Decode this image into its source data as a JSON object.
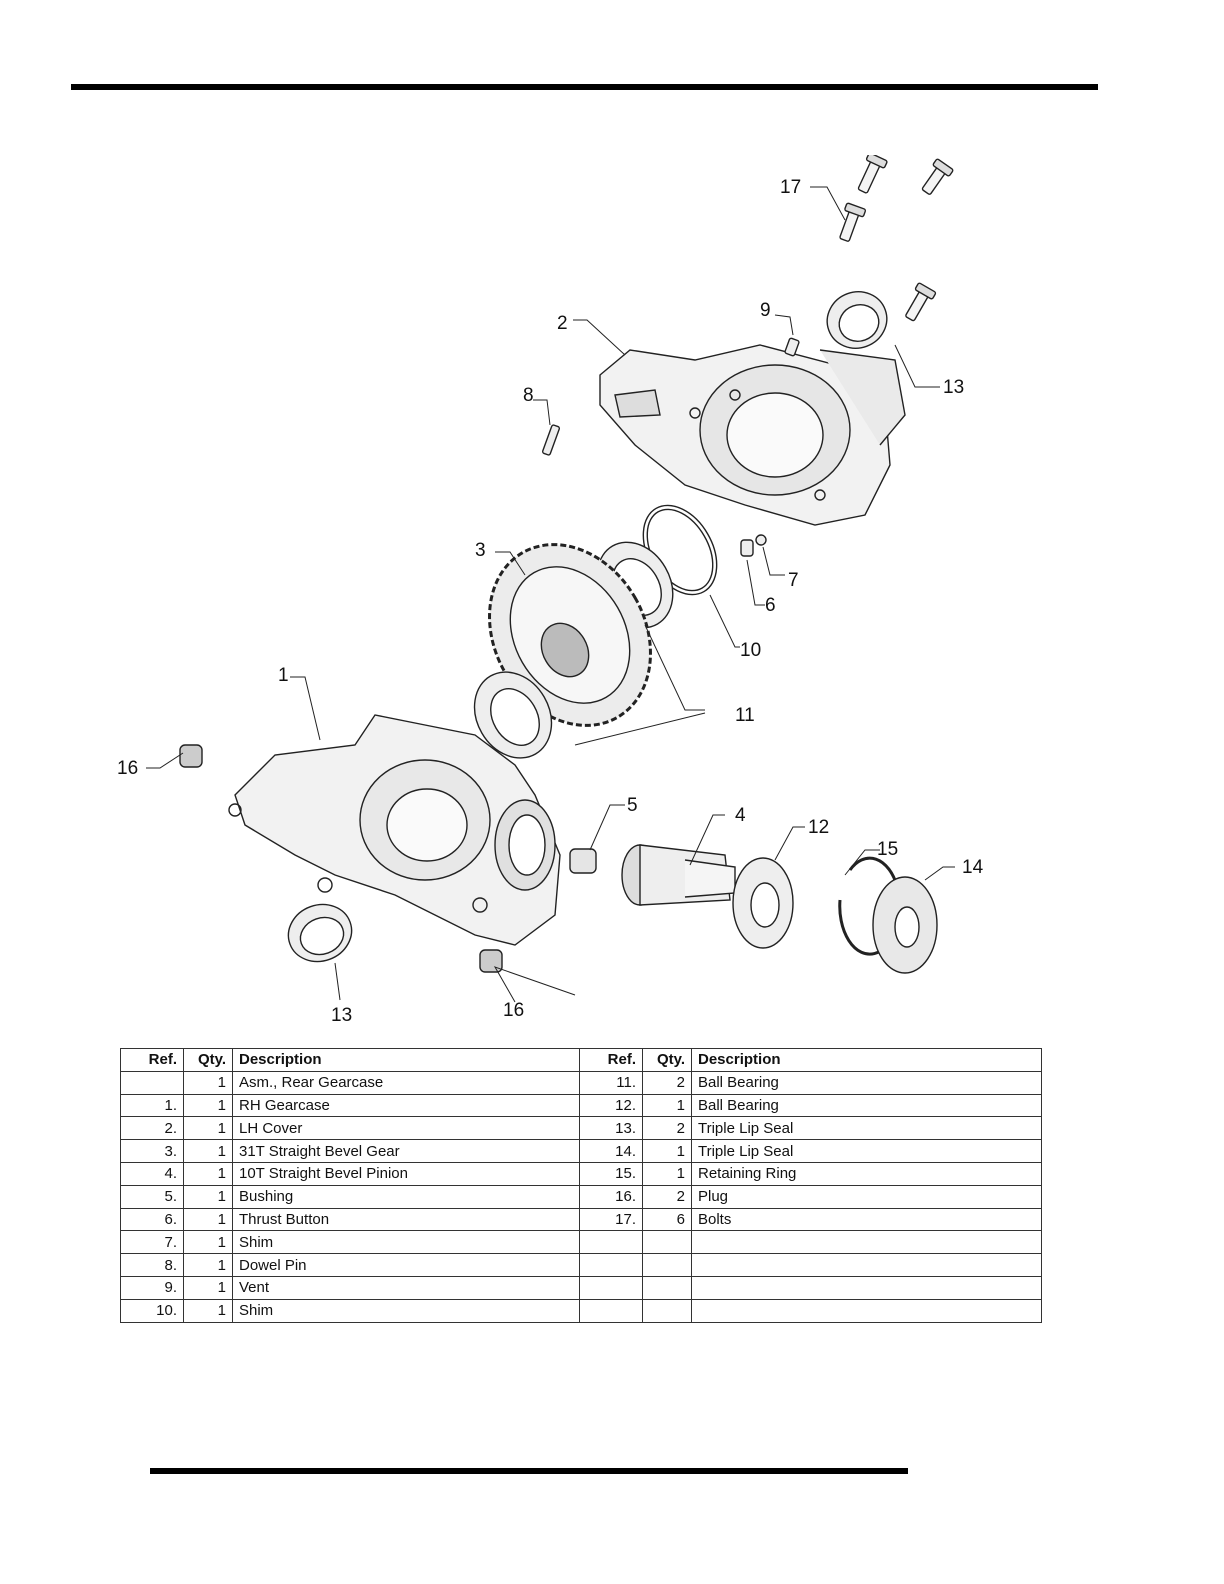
{
  "figure": {
    "callouts": [
      "17",
      "9",
      "2",
      "13",
      "8",
      "7",
      "6",
      "3",
      "10",
      "11",
      "1",
      "16",
      "5",
      "4",
      "12",
      "15",
      "14",
      "13",
      "16"
    ]
  },
  "table": {
    "headers": {
      "left": {
        "ref": "Ref.",
        "qty": "Qty.",
        "description": "Description"
      },
      "right": {
        "ref": "Ref.",
        "qty": "Qty.",
        "description": "Description"
      }
    },
    "rows": [
      {
        "left": {
          "ref": "",
          "qty": "1",
          "description": "Asm., Rear Gearcase"
        },
        "right": {
          "ref": "11.",
          "qty": "2",
          "description": "Ball Bearing"
        }
      },
      {
        "left": {
          "ref": "1.",
          "qty": "1",
          "description": "RH Gearcase"
        },
        "right": {
          "ref": "12.",
          "qty": "1",
          "description": "Ball Bearing"
        }
      },
      {
        "left": {
          "ref": "2.",
          "qty": "1",
          "description": "LH Cover"
        },
        "right": {
          "ref": "13.",
          "qty": "2",
          "description": "Triple Lip Seal"
        }
      },
      {
        "left": {
          "ref": "3.",
          "qty": "1",
          "description": "31T Straight Bevel Gear"
        },
        "right": {
          "ref": "14.",
          "qty": "1",
          "description": "Triple Lip Seal"
        }
      },
      {
        "left": {
          "ref": "4.",
          "qty": "1",
          "description": "10T Straight Bevel Pinion"
        },
        "right": {
          "ref": "15.",
          "qty": "1",
          "description": "Retaining Ring"
        }
      },
      {
        "left": {
          "ref": "5.",
          "qty": "1",
          "description": "Bushing"
        },
        "right": {
          "ref": "16.",
          "qty": "2",
          "description": "Plug"
        }
      },
      {
        "left": {
          "ref": "6.",
          "qty": "1",
          "description": "Thrust Button"
        },
        "right": {
          "ref": "17.",
          "qty": "6",
          "description": "Bolts"
        }
      },
      {
        "left": {
          "ref": "7.",
          "qty": "1",
          "description": "Shim"
        },
        "right": {
          "ref": "",
          "qty": "",
          "description": ""
        }
      },
      {
        "left": {
          "ref": "8.",
          "qty": "1",
          "description": "Dowel Pin"
        },
        "right": {
          "ref": "",
          "qty": "",
          "description": ""
        }
      },
      {
        "left": {
          "ref": "9.",
          "qty": "1",
          "description": "Vent"
        },
        "right": {
          "ref": "",
          "qty": "",
          "description": ""
        }
      },
      {
        "left": {
          "ref": "10.",
          "qty": "1",
          "description": "Shim"
        },
        "right": {
          "ref": "",
          "qty": "",
          "description": ""
        }
      }
    ]
  }
}
